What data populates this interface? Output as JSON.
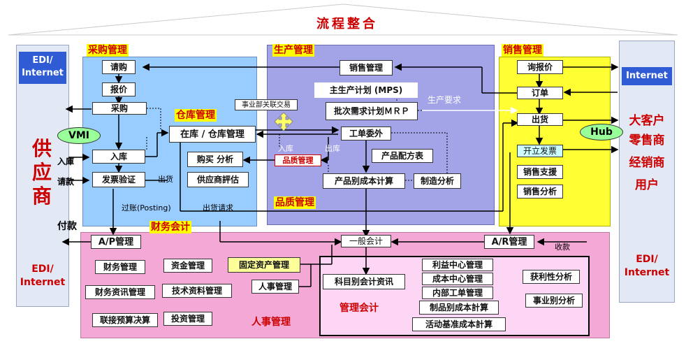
{
  "title": "流程整合",
  "sections": {
    "purchase": "采购管理",
    "production": "生产管理",
    "sales": "销售管理",
    "warehouse": "仓库管理",
    "quality": "品质管理",
    "finance": "财务会计",
    "hr": "人事管理",
    "mgmt_accounting": "管理会计"
  },
  "left_column": {
    "edi_top_1": "EDI/",
    "edi_top_2": "Internet",
    "vmi": "VMI",
    "supplier_1": "供",
    "supplier_2": "应",
    "supplier_3": "商",
    "edi_bottom_1": "EDI/",
    "edi_bottom_2": "Internet"
  },
  "right_column": {
    "internet": "Internet",
    "hub": "Hub",
    "customers": [
      "大客户",
      "零售商",
      "经销商",
      "用户"
    ],
    "edi_bottom_1": "EDI/",
    "edi_bottom_2": "Internet"
  },
  "purchase_boxes": {
    "request": "请购",
    "quote": "报价",
    "buy": "采购",
    "stock_in": "入库",
    "invoice_verify": "发票验证"
  },
  "warehouse_boxes": {
    "inventory": "在库 / 仓库管理",
    "buy_analysis": "购买 分析",
    "supplier_eval": "供应商評估",
    "quality_box": "品质管理"
  },
  "production_boxes": {
    "sales_mgmt": "销售管理",
    "mps": "主生产计划 (MPS)",
    "mrp": "批次需求计划ＭＲＰ",
    "bu_trade": "事业部关联交易",
    "work_order": "工单委外",
    "product_formula": "产品配方表",
    "product_cost": "产品别成本计算",
    "mfg_analysis": "制造分析"
  },
  "sales_boxes": {
    "inquiry": "询报价",
    "order": "订单",
    "shipment": "出货",
    "invoice": "开立发票",
    "sales_support": "销售支援",
    "sales_analysis": "销售分析"
  },
  "finance_boxes": {
    "ap": "A/P管理",
    "ar": "A/R管理",
    "general_ledger": "一般会计",
    "fin_mgmt": "财务管理",
    "fund_mgmt": "资金管理",
    "fixed_asset": "固定资产管理",
    "fin_info": "财务资讯管理",
    "tech_data": "技术资料管理",
    "hr_box": "人事管理",
    "budget": "联接预算决算",
    "investment": "投资管理"
  },
  "mgmt_boxes": {
    "account_info": "科目别会计资讯",
    "profit_center": "利益中心管理",
    "cost_center": "成本中心管理",
    "internal_wo": "内部工单管理",
    "product_cost": "制品别成本計算",
    "abc": "活动基准成本計算",
    "profit_analysis": "获利性分析",
    "bu_analysis": "事业别分析"
  },
  "labels": {
    "stock_in_side": "入庫",
    "request_pay": "请款",
    "pay": "付款",
    "ship_out": "出货",
    "posting": "过账(Posting)",
    "ship_request": "出货请求",
    "in_stock": "入库",
    "out_stock": "出库",
    "production_req": "生产要求",
    "receive_payment": "收款"
  }
}
